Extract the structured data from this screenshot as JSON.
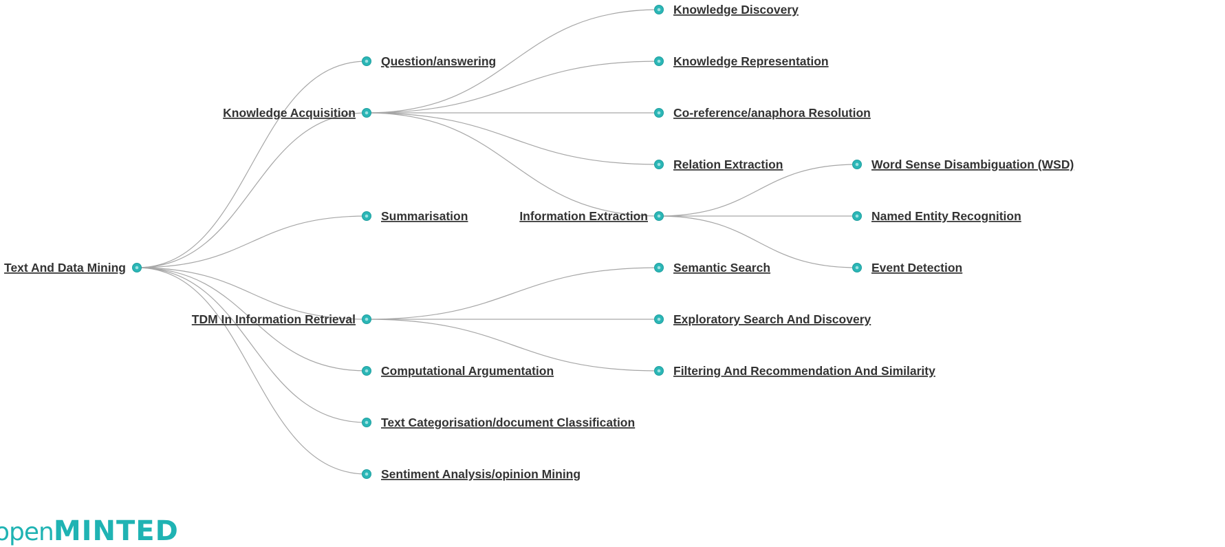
{
  "colors": {
    "node": "#2bb6b6",
    "link": "#a6a6a6",
    "label": "#333333",
    "logo": "#1fb3b3"
  },
  "logo": {
    "prefix": "open",
    "brand": "MINTED"
  },
  "tree": {
    "root": "Text And Data Mining",
    "nodes": [
      {
        "id": "root",
        "label": "Text And Data Mining",
        "parent": null
      },
      {
        "id": "ka",
        "label": "Knowledge Acquisition",
        "parent": "root"
      },
      {
        "id": "qa",
        "label": "Question/answering",
        "parent": "root"
      },
      {
        "id": "sum",
        "label": "Summarisation",
        "parent": "root"
      },
      {
        "id": "tdmir",
        "label": "TDM In Information Retrieval",
        "parent": "root"
      },
      {
        "id": "ca",
        "label": "Computational Argumentation",
        "parent": "root"
      },
      {
        "id": "tc",
        "label": "Text Categorisation/document Classification",
        "parent": "root"
      },
      {
        "id": "sa",
        "label": "Sentiment Analysis/opinion Mining",
        "parent": "root"
      },
      {
        "id": "kd",
        "label": "Knowledge Discovery",
        "parent": "ka"
      },
      {
        "id": "kr",
        "label": "Knowledge Representation",
        "parent": "ka"
      },
      {
        "id": "cr",
        "label": "Co-reference/anaphora Resolution",
        "parent": "ka"
      },
      {
        "id": "re",
        "label": "Relation Extraction",
        "parent": "ka"
      },
      {
        "id": "ie",
        "label": "Information Extraction",
        "parent": "ka"
      },
      {
        "id": "wsd",
        "label": "Word Sense Disambiguation (WSD)",
        "parent": "ie"
      },
      {
        "id": "ner",
        "label": "Named Entity Recognition",
        "parent": "ie"
      },
      {
        "id": "ed",
        "label": "Event Detection",
        "parent": "ie"
      },
      {
        "id": "ss",
        "label": "Semantic Search",
        "parent": "tdmir"
      },
      {
        "id": "esd",
        "label": "Exploratory Search And Discovery",
        "parent": "tdmir"
      },
      {
        "id": "frs",
        "label": "Filtering And Recommendation And Similarity",
        "parent": "tdmir"
      }
    ]
  }
}
